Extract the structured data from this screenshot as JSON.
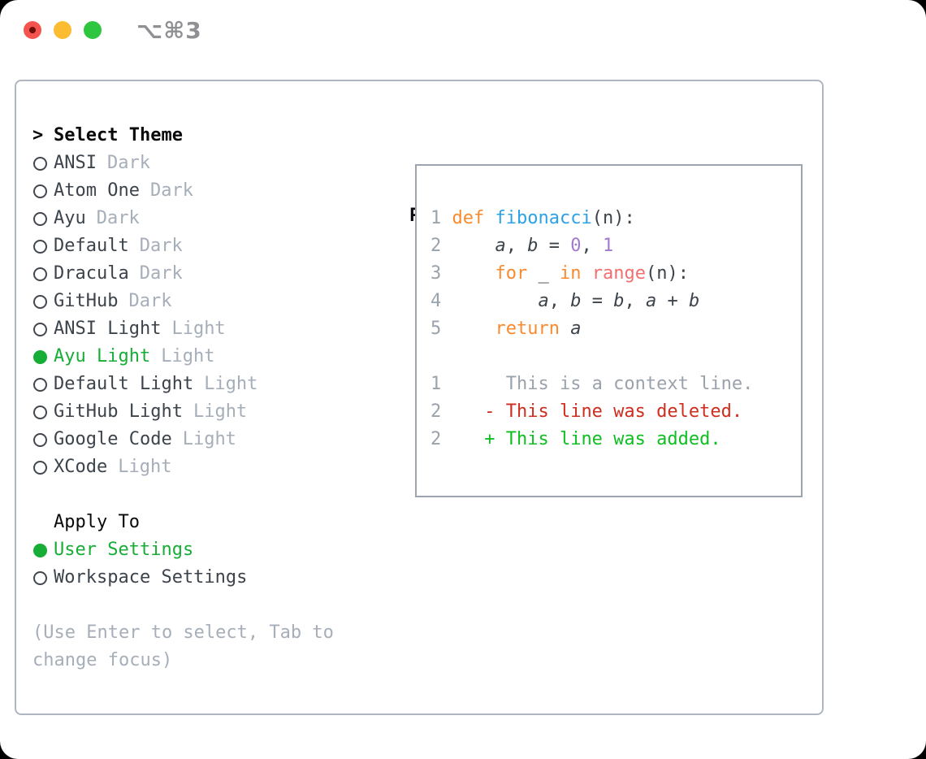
{
  "titlebar": {
    "shortcut": "⌥⌘3",
    "buttons": [
      "close",
      "minimize",
      "zoom"
    ]
  },
  "theme_panel": {
    "header_prefix": ">",
    "header": "Select Theme",
    "items": [
      {
        "name": "ANSI",
        "variant": "Dark",
        "selected": false
      },
      {
        "name": "Atom One",
        "variant": "Dark",
        "selected": false
      },
      {
        "name": "Ayu",
        "variant": "Dark",
        "selected": false
      },
      {
        "name": "Default",
        "variant": "Dark",
        "selected": false
      },
      {
        "name": "Dracula",
        "variant": "Dark",
        "selected": false
      },
      {
        "name": "GitHub",
        "variant": "Dark",
        "selected": false
      },
      {
        "name": "ANSI Light",
        "variant": "Light",
        "selected": false
      },
      {
        "name": "Ayu Light",
        "variant": "Light",
        "selected": true
      },
      {
        "name": "Default Light",
        "variant": "Light",
        "selected": false
      },
      {
        "name": "GitHub Light",
        "variant": "Light",
        "selected": false
      },
      {
        "name": "Google Code",
        "variant": "Light",
        "selected": false
      },
      {
        "name": "XCode",
        "variant": "Light",
        "selected": false
      }
    ],
    "apply_to": {
      "header": "Apply To",
      "items": [
        {
          "name": "User Settings",
          "selected": true
        },
        {
          "name": "Workspace Settings",
          "selected": false
        }
      ]
    },
    "hint_lines": [
      "(Use Enter to select, Tab to",
      "change focus)"
    ]
  },
  "preview": {
    "title": "Preview",
    "lines": [
      {
        "num": "1",
        "tokens": [
          {
            "c": "kw",
            "t": "def"
          },
          {
            "c": "plain",
            "t": " "
          },
          {
            "c": "fn",
            "t": "fibonacci"
          },
          {
            "c": "plain",
            "t": "(n):"
          }
        ]
      },
      {
        "num": "2",
        "tokens": [
          {
            "c": "plain",
            "t": "    "
          },
          {
            "c": "var",
            "t": "a"
          },
          {
            "c": "plain",
            "t": ", "
          },
          {
            "c": "var",
            "t": "b"
          },
          {
            "c": "plain",
            "t": " = "
          },
          {
            "c": "lit",
            "t": "0"
          },
          {
            "c": "plain",
            "t": ", "
          },
          {
            "c": "lit",
            "t": "1"
          }
        ]
      },
      {
        "num": "3",
        "tokens": [
          {
            "c": "plain",
            "t": "    "
          },
          {
            "c": "kw",
            "t": "for"
          },
          {
            "c": "plain",
            "t": " _ "
          },
          {
            "c": "kw",
            "t": "in"
          },
          {
            "c": "plain",
            "t": " "
          },
          {
            "c": "call",
            "t": "range"
          },
          {
            "c": "plain",
            "t": "(n):"
          }
        ]
      },
      {
        "num": "4",
        "tokens": [
          {
            "c": "plain",
            "t": "        "
          },
          {
            "c": "var",
            "t": "a"
          },
          {
            "c": "plain",
            "t": ", "
          },
          {
            "c": "var",
            "t": "b"
          },
          {
            "c": "plain",
            "t": " = "
          },
          {
            "c": "var",
            "t": "b"
          },
          {
            "c": "plain",
            "t": ", "
          },
          {
            "c": "var",
            "t": "a"
          },
          {
            "c": "plain",
            "t": " + "
          },
          {
            "c": "var",
            "t": "b"
          }
        ]
      },
      {
        "num": "5",
        "tokens": [
          {
            "c": "plain",
            "t": "    "
          },
          {
            "c": "kw",
            "t": "return"
          },
          {
            "c": "plain",
            "t": " "
          },
          {
            "c": "var",
            "t": "a"
          }
        ]
      },
      {
        "num": "",
        "tokens": []
      },
      {
        "num": "1",
        "tokens": [
          {
            "c": "ctx",
            "t": "     This is a context line."
          }
        ]
      },
      {
        "num": "2",
        "tokens": [
          {
            "c": "del",
            "t": "   - This line was deleted."
          }
        ]
      },
      {
        "num": "2",
        "tokens": [
          {
            "c": "add",
            "t": "   + This line was added."
          }
        ]
      }
    ]
  },
  "colors": {
    "ui_text_dark": "#3C434B",
    "ui_text_black": "#0A0A0C",
    "ui_muted": "#A6AEBA",
    "selected_green": "#17AD36",
    "panel_border": "#B0B6BF",
    "preview_border": "#9CA4AF",
    "keyword_orange": "#F98B2F",
    "function_blue": "#2BA1E6",
    "call_coral": "#F27070",
    "number_purple": "#A37ACC",
    "line_number_gray": "#9AA2AC",
    "context_gray": "#9AA2AC",
    "deleted_red": "#CF2D1E",
    "added_green": "#0FBE20",
    "traffic_red": "#F4544D",
    "traffic_yellow": "#FBBC31",
    "traffic_green": "#2EC53F",
    "shortcut_gray": "#8F9094"
  }
}
